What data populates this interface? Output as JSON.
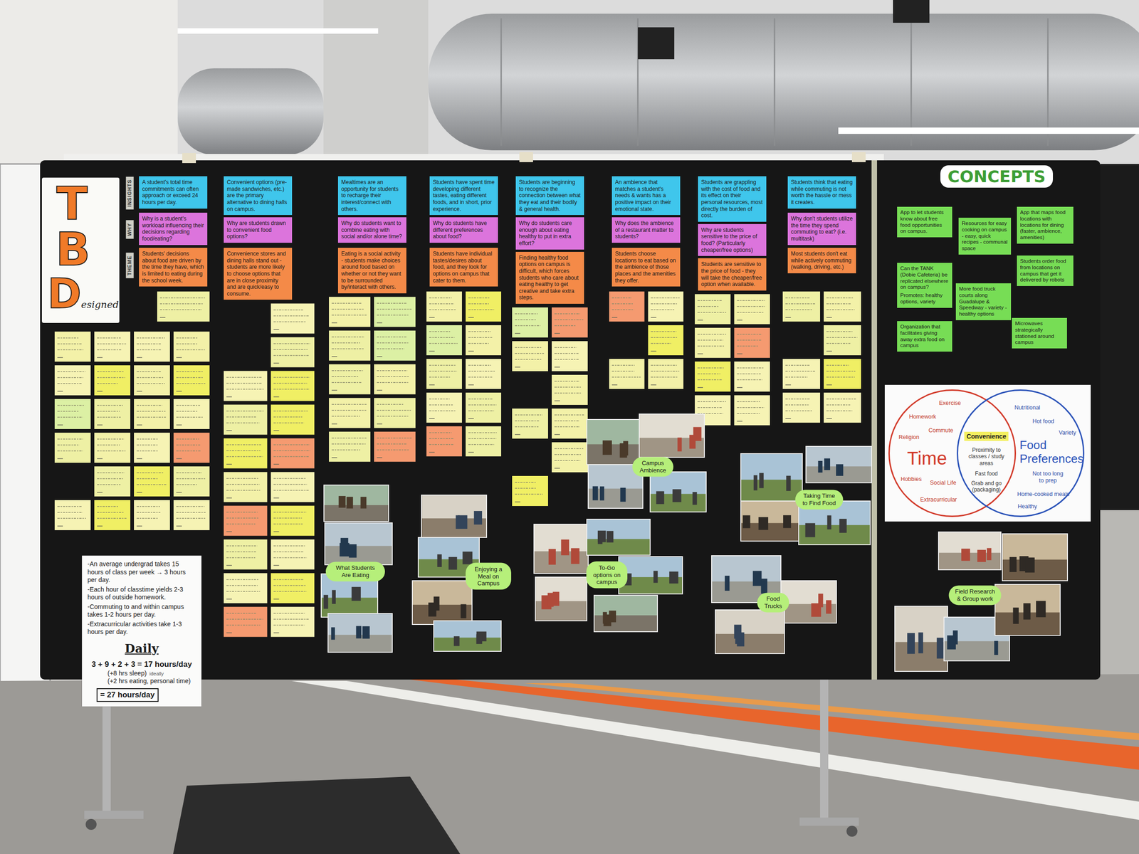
{
  "diagram": {
    "nodes": [
      {
        "text": [
          "T",
          "B",
          "D",
          "esigned"
        ]
      },
      {
        "text": [
          "A student's total time commitments can often approach or exceed 24 hours per day."
        ]
      },
      {
        "text": [
          "Why is a student's workload influencing their decisions regarding food/eating?"
        ]
      },
      {
        "text": [
          "Students' decisions about food are driven by the time they have, which is limited to eating during the school week."
        ]
      },
      {
        "text": [
          "Convenient options (pre-made sandwiches, etc.) are the primary alternative to dining halls on campus."
        ]
      },
      {
        "text": [
          "Why are students drawn to convenient food options?"
        ]
      },
      {
        "text": [
          "Convenience stores and dining halls stand out - students are more likely to choose options that are in close proximity and are quick/easy to consume."
        ]
      },
      {
        "text": [
          "Mealtimes are an opportunity for students to recharge their interest/connect with others."
        ]
      },
      {
        "text": [
          "Why do students want to combine eating with social and/or alone time?"
        ]
      },
      {
        "text": [
          "Eating is a social activity - students make choices around food based on whether or not they want to be surrounded by/interact with others."
        ]
      },
      {
        "text": [
          "Students have spent time developing different tastes, eating different foods, and in short, prior experience."
        ]
      },
      {
        "text": [
          "Why do students have different preferences about food?"
        ]
      },
      {
        "text": [
          "Students have individual tastes/desires about food, and they look for options on campus that cater to them."
        ]
      },
      {
        "text": [
          "Students are beginning to recognize the connection between what they eat and their bodily & general health."
        ]
      },
      {
        "text": [
          "Why do students care enough about eating healthy to put in extra effort?"
        ]
      },
      {
        "text": [
          "Finding healthy food options on campus is difficult, which forces students who care about eating healthy to get creative and take extra steps."
        ]
      },
      {
        "text": [
          "An ambience that matches a student's needs & wants has a positive impact on their emotional state."
        ]
      },
      {
        "text": [
          "Why does the ambience of a restaurant matter to students?"
        ]
      },
      {
        "text": [
          "Students choose locations to eat based on the ambience of those places and the amenities they offer."
        ]
      },
      {
        "text": [
          "Students are grappling with the cost of food and its effect on their personal resources, most directly the burden of cost."
        ]
      },
      {
        "text": [
          "Why are students sensitive to the price of food? (Particularly cheaper/free options)"
        ]
      },
      {
        "text": [
          "Students are sensitive to the price of food - they will take the cheaper/free option when available."
        ]
      },
      {
        "text": [
          "Students think that eating while commuting is not worth the hassle or mess it creates."
        ]
      },
      {
        "text": [
          "Why don't students utilize the time they spend commuting to eat? (i.e. multitask)"
        ]
      },
      {
        "text": [
          "Most students don't eat while actively commuting (walking, driving, etc.)"
        ]
      },
      {
        "text": [
          "CONCEPTS"
        ]
      },
      {
        "text": [
          "App to let students know about free food opportunities on campus."
        ]
      },
      {
        "text": [
          "Resources for easy cooking on campus - easy, quick recipes - communal space"
        ]
      },
      {
        "text": [
          "App that maps food locations with locations for dining (faster, ambience, amenities)"
        ]
      },
      {
        "text": [
          "Can the TANK (Dobie Cafeteria) be replicated elsewhere on campus?",
          "Promotes: healthy options, variety"
        ]
      },
      {
        "text": [
          "Students order food from locations on campus that get it delivered by robots"
        ]
      },
      {
        "text": [
          "More food truck courts along Guadalupe & Speedway - variety - healthy options"
        ]
      },
      {
        "text": [
          "Organization that facilitates giving away extra food on campus"
        ]
      },
      {
        "text": [
          "Microwaves strategically stationed around campus"
        ]
      },
      {
        "text": [
          "Time"
        ]
      },
      {
        "text": [
          "Food Preferences"
        ]
      },
      {
        "text": [
          "Convenience"
        ]
      },
      {
        "text": [
          "-An average undergrad takes 15 hours of class per week → 3 hours per day.",
          "-Each hour of classtime yields 2-3 hours of outside homework.",
          "-Commuting to and within campus takes 1-2 hours per day.",
          "-Extracurricular activities take 1-3 hours per day.",
          "Daily",
          "3 + 9 + 2 + 3 = 17 hours/day",
          "(+8 hrs sleep)",
          "ideally",
          "(+2 hrs eating, personal time)",
          "= 27 hours/day"
        ]
      },
      {
        "text": [
          "What Students Are Eating"
        ]
      },
      {
        "text": [
          "Enjoying a Meal on Campus"
        ]
      },
      {
        "text": [
          "Campus Ambience"
        ]
      },
      {
        "text": [
          "To-Go options on campus"
        ]
      },
      {
        "text": [
          "Taking Time to Find Food"
        ]
      },
      {
        "text": [
          "Food Trucks"
        ]
      },
      {
        "text": [
          "Field Research & Group work"
        ]
      }
    ],
    "labels": [
      "INSIGHTS",
      "WHY",
      "THEME",
      "Homework",
      "Exercise",
      "Religion",
      "Commute",
      "Hobbies",
      "Social Life",
      "Extracurricular",
      "Nutritional",
      "Hot food",
      "Variety",
      "Not too long to prep",
      "Home-cooked meals",
      "Healthy",
      "Proximity to classes / study areas",
      "Fast food",
      "Grab and go (packaging)"
    ]
  }
}
